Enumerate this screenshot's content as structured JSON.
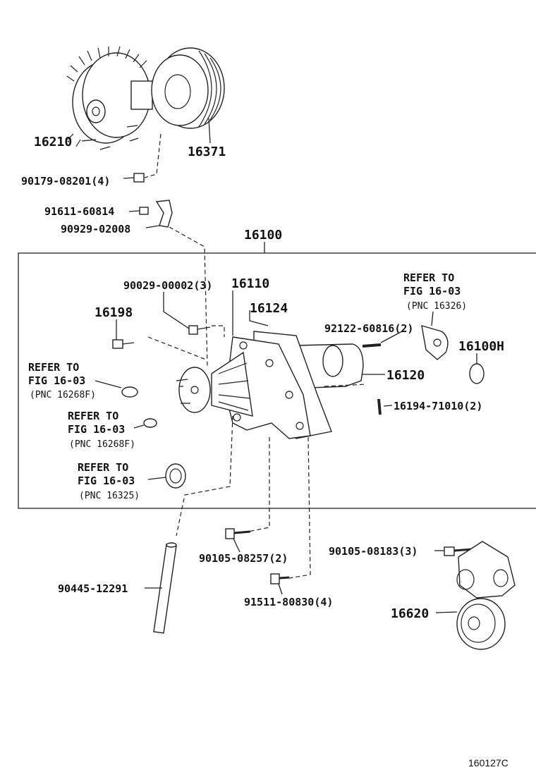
{
  "parts": {
    "p16210": "16210",
    "p16371": "16371",
    "p90179": "90179-08201(4)",
    "p91611": "91611-60814",
    "p90929": "90929-02008",
    "p16100": "16100",
    "p90029": "90029-00002(3)",
    "p16110": "16110",
    "p16124": "16124",
    "p16198": "16198",
    "p92122": "92122-60816(2)",
    "p16100H": "16100H",
    "p16120": "16120",
    "p16194": "16194-71010(2)",
    "p90105a": "90105-08257(2)",
    "p90105b": "90105-08183(3)",
    "p90445": "90445-12291",
    "p91511": "91511-80830(4)",
    "p16620": "16620"
  },
  "refs": {
    "r1": {
      "l1": "REFER TO",
      "l2": "FIG 16-03",
      "l3": "(PNC 16326)"
    },
    "r2": {
      "l1": "REFER TO",
      "l2": "FIG 16-03",
      "l3": "(PNC 16268F)"
    },
    "r3": {
      "l1": "REFER TO",
      "l2": "FIG 16-03",
      "l3": "(PNC 16268F)"
    },
    "r4": {
      "l1": "REFER TO",
      "l2": "FIG 16-03",
      "l3": "(PNC 16325)"
    }
  },
  "figure_id": "160127C"
}
